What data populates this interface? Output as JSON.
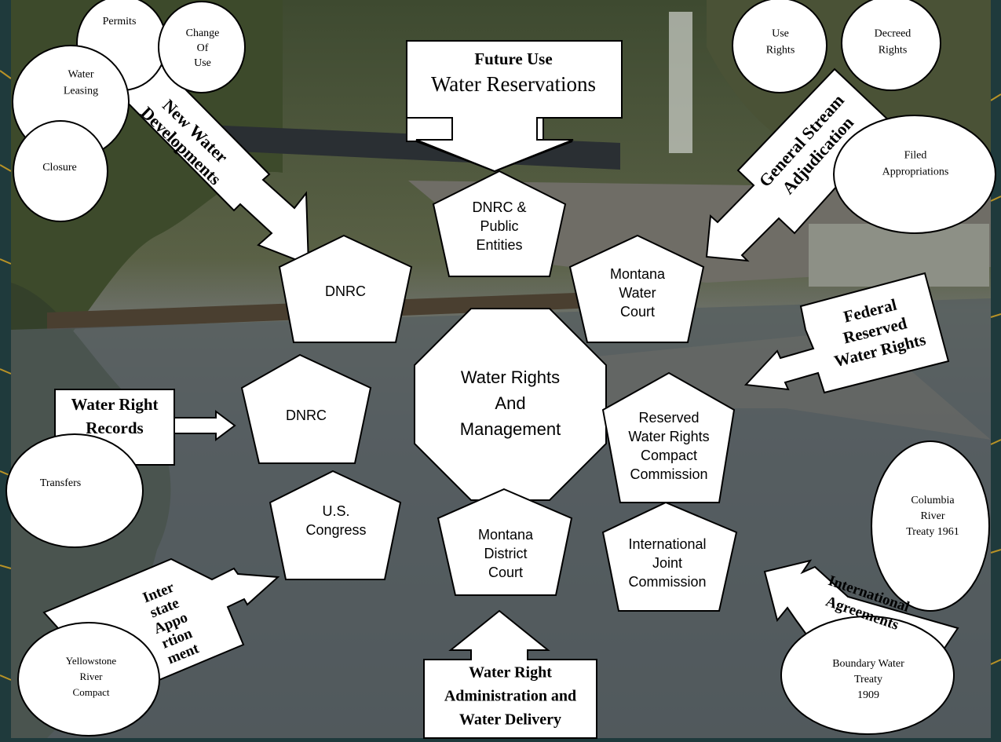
{
  "colors": {
    "frame": "#1f3a3c",
    "frame_lines": "#b89226",
    "shape_fill": "#ffffff",
    "shape_stroke": "#000000",
    "photo_sky": "#5d6a4f",
    "photo_water": "#525a5e"
  },
  "center": {
    "lines": [
      "Water Rights",
      "And",
      "Management"
    ]
  },
  "pentagons": {
    "dnrc_public": [
      "DNRC &",
      "Public",
      "Entities"
    ],
    "dnrc_top": [
      "DNRC"
    ],
    "water_court": [
      "Montana",
      "Water",
      "Court"
    ],
    "dnrc_mid": [
      "DNRC"
    ],
    "compact_commission": [
      "Reserved",
      "Water Rights",
      "Compact",
      "Commission"
    ],
    "congress": [
      "U.S.",
      "Congress"
    ],
    "district_court": [
      "Montana",
      "District",
      "Court"
    ],
    "joint_commission": [
      "International",
      "Joint",
      "Commission"
    ]
  },
  "arrow_labels": {
    "future_use": {
      "bold": "Future Use",
      "normal": "Water Reservations"
    },
    "new_water": [
      "New Water",
      "Developments"
    ],
    "stream_adjudication": [
      "General Stream",
      "Adjudication"
    ],
    "federal_reserved": [
      "Federal",
      "Reserved",
      "Water Rights"
    ],
    "right_records": [
      "Water Right",
      "Records"
    ],
    "interstate": [
      "Inter",
      "state",
      "Appo",
      "rtion",
      "ment"
    ],
    "international": [
      "International",
      "Agreements"
    ],
    "administration": [
      "Water Right",
      "Administration and",
      "Water Delivery"
    ]
  },
  "ovals": {
    "permits": [
      "Permits"
    ],
    "change_of_use": [
      "Change",
      "Of",
      "Use"
    ],
    "water_leasing": [
      "Water",
      "Leasing"
    ],
    "closure": [
      "Closure"
    ],
    "use_rights": [
      "Use",
      "Rights"
    ],
    "decreed_rights": [
      "Decreed",
      "Rights"
    ],
    "filed_appropriations": [
      "Filed",
      "Appropriations"
    ],
    "transfers": [
      "Transfers"
    ],
    "columbia_treaty": [
      "Columbia",
      "River",
      "Treaty 1961"
    ],
    "yellowstone_compact": [
      "Yellowstone",
      "River",
      "Compact"
    ],
    "boundary_treaty": [
      "Boundary Water",
      "Treaty",
      "1909"
    ]
  }
}
